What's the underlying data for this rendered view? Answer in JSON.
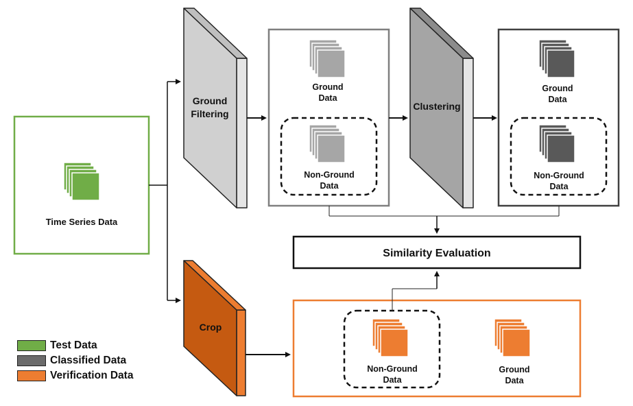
{
  "test_box": {
    "label": "Time Series Data"
  },
  "ground_filtering": {
    "line1": "Ground",
    "line2": "Filtering"
  },
  "clustering": {
    "label": "Clustering"
  },
  "crop": {
    "label": "Crop"
  },
  "filtered_box": {
    "ground_line1": "Ground",
    "ground_line2": "Data",
    "nonground_line1": "Non-Ground",
    "nonground_line2": "Data"
  },
  "clustered_box": {
    "ground_line1": "Ground",
    "ground_line2": "Data",
    "nonground_line1": "Non-Ground",
    "nonground_line2": "Data"
  },
  "verification_box": {
    "nonground_line1": "Non-Ground",
    "nonground_line2": "Data",
    "ground_line1": "Ground",
    "ground_line2": "Data"
  },
  "similarity": {
    "label": "Similarity Evaluation"
  },
  "legend": [
    {
      "label": "Test Data",
      "color": "#70AD47"
    },
    {
      "label": "Classified Data",
      "color": "#6B6B6B"
    },
    {
      "label": "Verification Data",
      "color": "#ED7D31"
    }
  ],
  "colors": {
    "green_border": "#70AD47",
    "gray_border": "#7F7F7F",
    "dark_border": "#404040",
    "orange_border": "#ED7D31",
    "light_stack": "#A6A6A6",
    "dark_stack": "#595959",
    "orange_stack": "#ED7D31",
    "crop_fill": "#C55A11"
  }
}
